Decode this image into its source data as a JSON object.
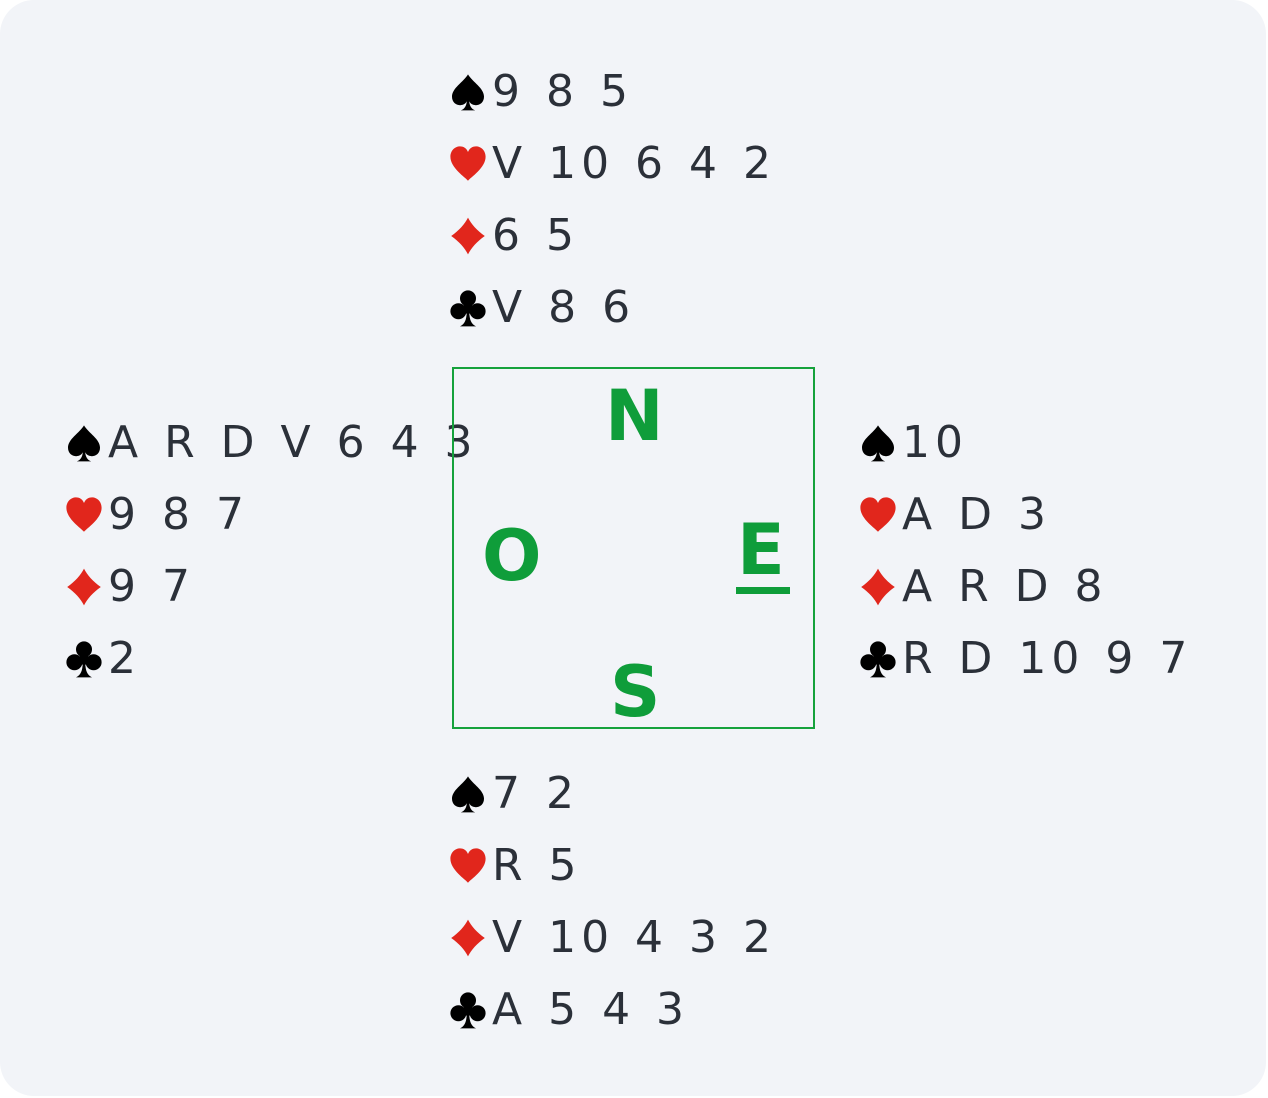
{
  "colors": {
    "black_suit": "#000000",
    "red_suit": "#e1261c",
    "card_text": "#2b3039",
    "compass": "#0f9d3a",
    "background": "#f2f4f8"
  },
  "compass": {
    "north": "N",
    "west": "O",
    "east": "E",
    "south": "S",
    "dealer": "east"
  },
  "hands": {
    "north": {
      "spades": "9 8 5",
      "hearts": "V 10 6 4 2",
      "diamonds": "6 5",
      "clubs": "V 8 6"
    },
    "west": {
      "spades": "A R D V 6 4 3",
      "hearts": "9 8 7",
      "diamonds": "9 7",
      "clubs": "2"
    },
    "east": {
      "spades": "10",
      "hearts": "A D 3",
      "diamonds": "A R D 8",
      "clubs": "R D 10 9 7"
    },
    "south": {
      "spades": "7 2",
      "hearts": "R 5",
      "diamonds": "V 10 4 3 2",
      "clubs": "A 5 4 3"
    }
  },
  "icons": {
    "spades": "spade-icon",
    "hearts": "heart-icon",
    "diamonds": "diamond-icon",
    "clubs": "club-icon"
  }
}
